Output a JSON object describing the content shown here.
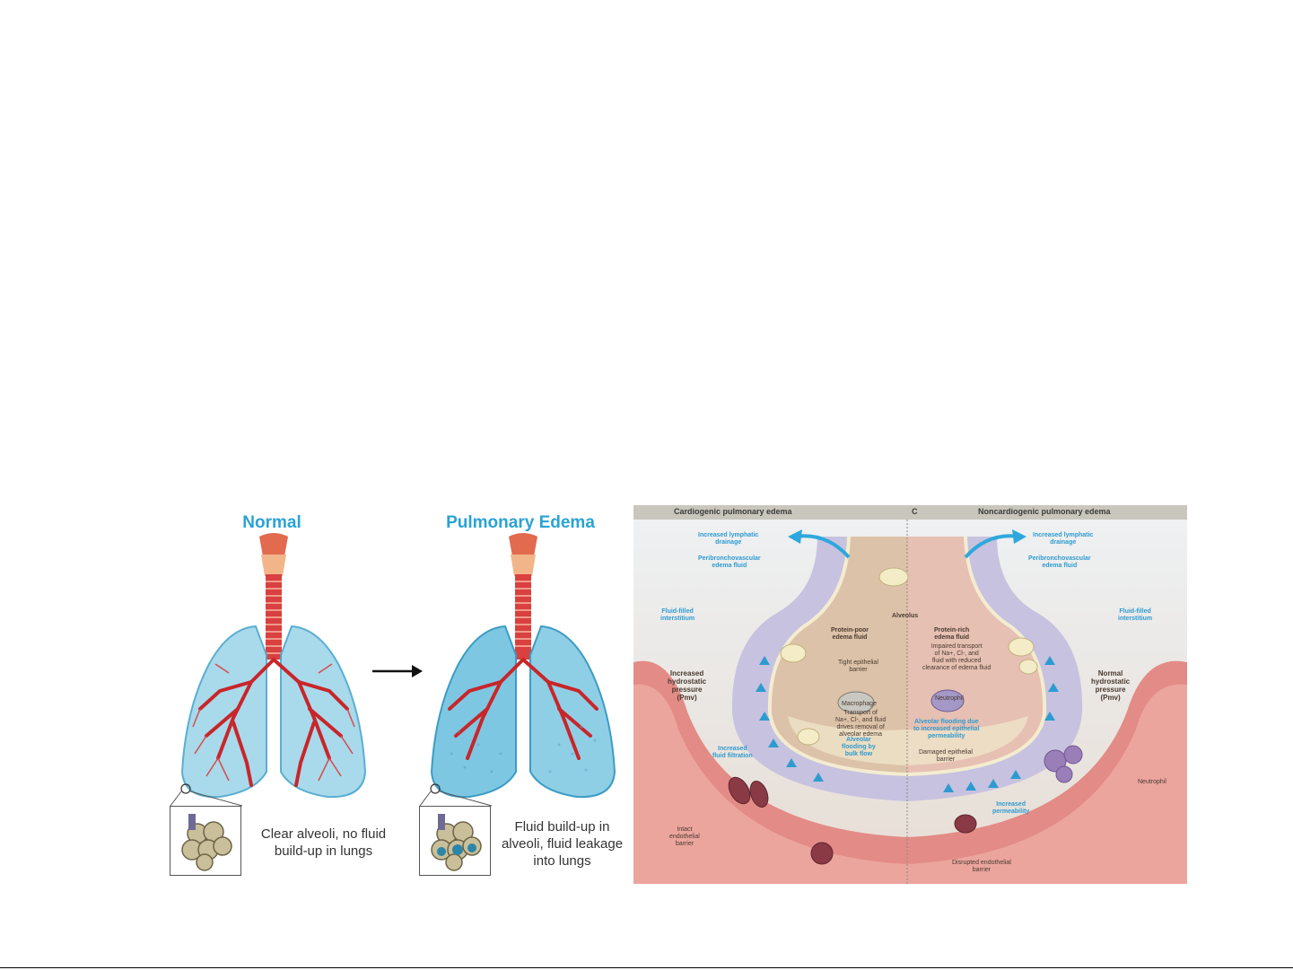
{
  "left_figure": {
    "normal_title": "Normal",
    "edema_title": "Pulmonary Edema",
    "normal_caption_line1": "Clear alveoli, no fluid",
    "normal_caption_line2": "build-up in lungs",
    "edema_caption_line1": "Fluid build-up in",
    "edema_caption_line2": "alveoli, fluid leakage",
    "edema_caption_line3": "into lungs",
    "colors": {
      "title_blue": "#2aa3d4",
      "airway_red": "#d23a3a",
      "lung_blue": "#8fcfe6"
    }
  },
  "right_figure": {
    "header_left": "Cardiogenic pulmonary edema",
    "header_mid": "C",
    "header_right": "Noncardiogenic pulmonary edema",
    "labels": {
      "increased_lymphatic_left": "Increased lymphatic\ndrainage",
      "increased_lymphatic_right": "Increased lymphatic\ndrainage",
      "peribronchovascular_left": "Peribronchovascular\nedema fluid",
      "peribronchovascular_right": "Peribronchovascular\nedema fluid",
      "fluid_filled_left": "Fluid-filled\ninterstitium",
      "fluid_filled_right": "Fluid-filled\ninterstitium",
      "alveolus": "Alveolus",
      "protein_poor": "Protein-poor\nedema fluid",
      "protein_rich": "Protein-rich\nedema fluid",
      "impaired_transport": "Impaired transport\nof Na+, Cl-, and\nfluid with reduced\nclearance of edema fluid",
      "tight_epithelial": "Tight epithelial\nbarrier",
      "transport_of": "Transport of\nNa+, Cl-, and fluid\ndrives removal of\nalveolar edema",
      "macrophage": "Macrophage",
      "neutrophil_small": "Neutrophil",
      "increased_hydrostatic": "Increased\nhydrostatic\npressure\n(Pmv)",
      "normal_hydrostatic": "Normal\nhydrostatic\npressure\n(Pmv)",
      "alveolar_flooding_bulk": "Alveolar\nflooding by\nbulk flow",
      "alveolar_flooding_perm": "Alveolar flooding due\nto increased epithelial\npermeability",
      "damaged_epithelial": "Damaged epithelial\nbarrier",
      "increased_fluid_filtration": "Increased\nfluid filtration",
      "neutrophil": "Neutrophil",
      "intact_endothelial": "Intact\nendothelial\nbarrier",
      "increased_permeability": "Increased\npermeability",
      "disrupted_endothelial": "Disrupted endothelial\nbarrier"
    }
  }
}
